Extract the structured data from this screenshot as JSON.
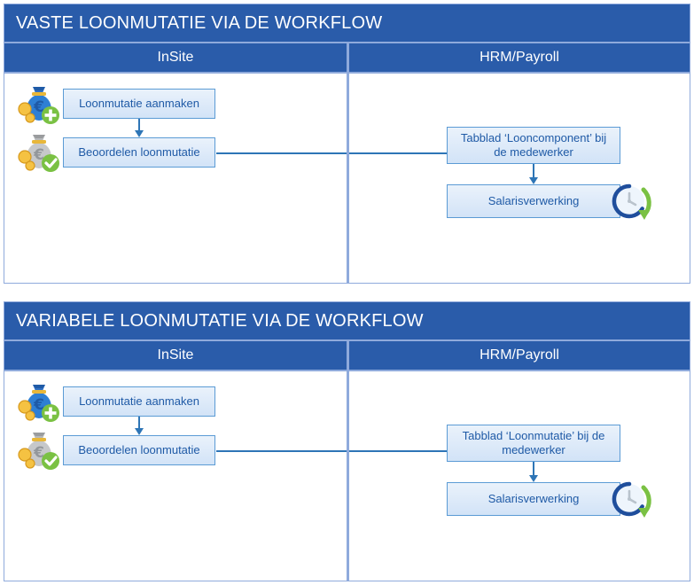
{
  "colors": {
    "header_blue": "#2a5caa",
    "border_blue": "#8faadc",
    "box_border": "#5b9bd5",
    "box_text": "#1f5aa6",
    "arrow": "#2e75b6",
    "green": "#7ac143",
    "gold": "#f5c242"
  },
  "panels": [
    {
      "title": "VASTE LOONMUTATIE VIA DE WORKFLOW",
      "columns": {
        "left": "InSite",
        "right": "HRM/Payroll"
      },
      "left_boxes": [
        {
          "label": "Loonmutatie aanmaken",
          "icon": "money-bag-plus-icon"
        },
        {
          "label": "Beoordelen loonmutatie",
          "icon": "money-bag-check-icon"
        }
      ],
      "right_boxes": [
        {
          "label": "Tabblad ‘Looncomponent’ bij de medewerker",
          "icon": ""
        },
        {
          "label": "Salarisverwerking",
          "icon": "clock-refresh-icon"
        }
      ]
    },
    {
      "title": "VARIABELE LOONMUTATIE VIA DE WORKFLOW",
      "columns": {
        "left": "InSite",
        "right": "HRM/Payroll"
      },
      "left_boxes": [
        {
          "label": "Loonmutatie aanmaken",
          "icon": "money-bag-plus-icon"
        },
        {
          "label": "Beoordelen loonmutatie",
          "icon": "money-bag-check-icon"
        }
      ],
      "right_boxes": [
        {
          "label": "Tabblad ‘Loonmutatie’ bij de medewerker",
          "icon": ""
        },
        {
          "label": "Salarisverwerking",
          "icon": "clock-refresh-icon"
        }
      ]
    }
  ]
}
